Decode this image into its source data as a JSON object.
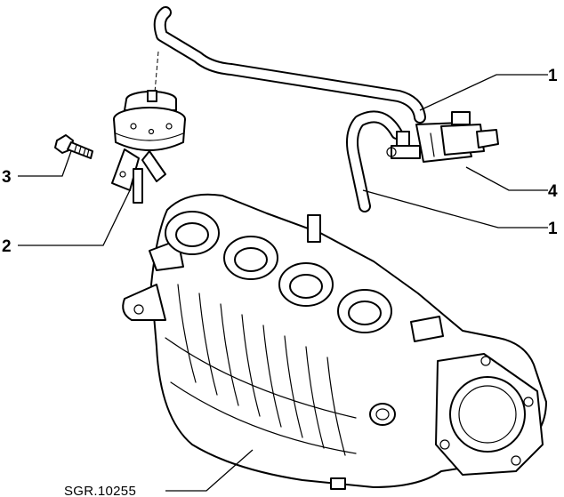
{
  "callouts": {
    "hose_upper": "1",
    "hose_lower": "1",
    "bracket": "2",
    "screw": "3",
    "solenoid_valve": "4"
  },
  "reference_code": "SGR.10255"
}
